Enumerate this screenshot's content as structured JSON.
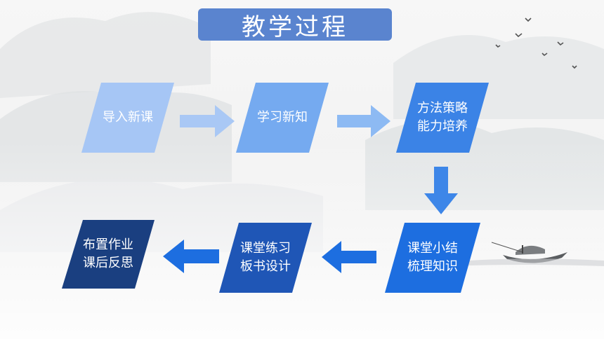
{
  "title": "教学过程",
  "steps": [
    {
      "lines": [
        "导入新课",
        ""
      ],
      "color": "#a6c6f5"
    },
    {
      "lines": [
        "学习新知",
        ""
      ],
      "color": "#75aaf0"
    },
    {
      "lines": [
        "方法策略",
        "能力培养"
      ],
      "color": "#3b83e6"
    },
    {
      "lines": [
        "课堂小结",
        "梳理知识"
      ],
      "color": "#1d6ee0"
    },
    {
      "lines": [
        "课堂练习",
        "板书设计"
      ],
      "color": "#1f56b6"
    },
    {
      "lines": [
        "布置作业",
        "课后反思"
      ],
      "color": "#1a3f80"
    }
  ],
  "arrow_colors": [
    "#a9c8f5",
    "#8dbaf3",
    "#3d86e8",
    "#1d6ee0",
    "#1d6ee0"
  ]
}
